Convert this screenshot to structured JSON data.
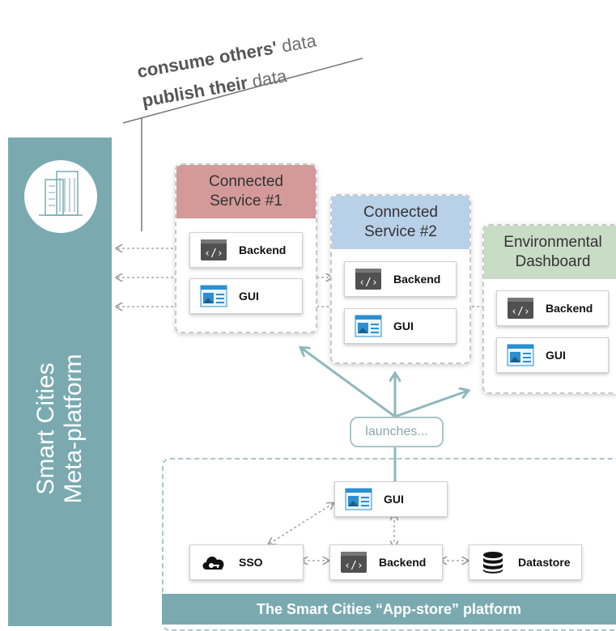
{
  "sidebar": {
    "line1": "Smart Cities",
    "line2": "Meta-platform",
    "color": "#7aaab0"
  },
  "annotation": {
    "line1_bold": "consume others'",
    "line1_rest": "data",
    "line2_bold": "publish their",
    "line2_rest": "data"
  },
  "services": [
    {
      "title1": "Connected",
      "title2": "Service #1",
      "header_color": "#d49a9a",
      "backend_label": "Backend",
      "gui_label": "GUI"
    },
    {
      "title1": "Connected",
      "title2": "Service #2",
      "header_color": "#b8d0e8",
      "backend_label": "Backend",
      "gui_label": "GUI"
    },
    {
      "title1": "Environmental",
      "title2": "Dashboard",
      "header_color": "#c9dcc6",
      "backend_label": "Backend",
      "gui_label": "GUI"
    }
  ],
  "launches_label": "launches...",
  "platform": {
    "title": "The Smart Cities “App-store” platform",
    "gui_label": "GUI",
    "sso_label": "SSO",
    "backend_label": "Backend",
    "datastore_label": "Datastore"
  },
  "icons": [
    "building-icon",
    "code-icon",
    "gui-icon",
    "cloud-key-icon",
    "database-icon"
  ]
}
